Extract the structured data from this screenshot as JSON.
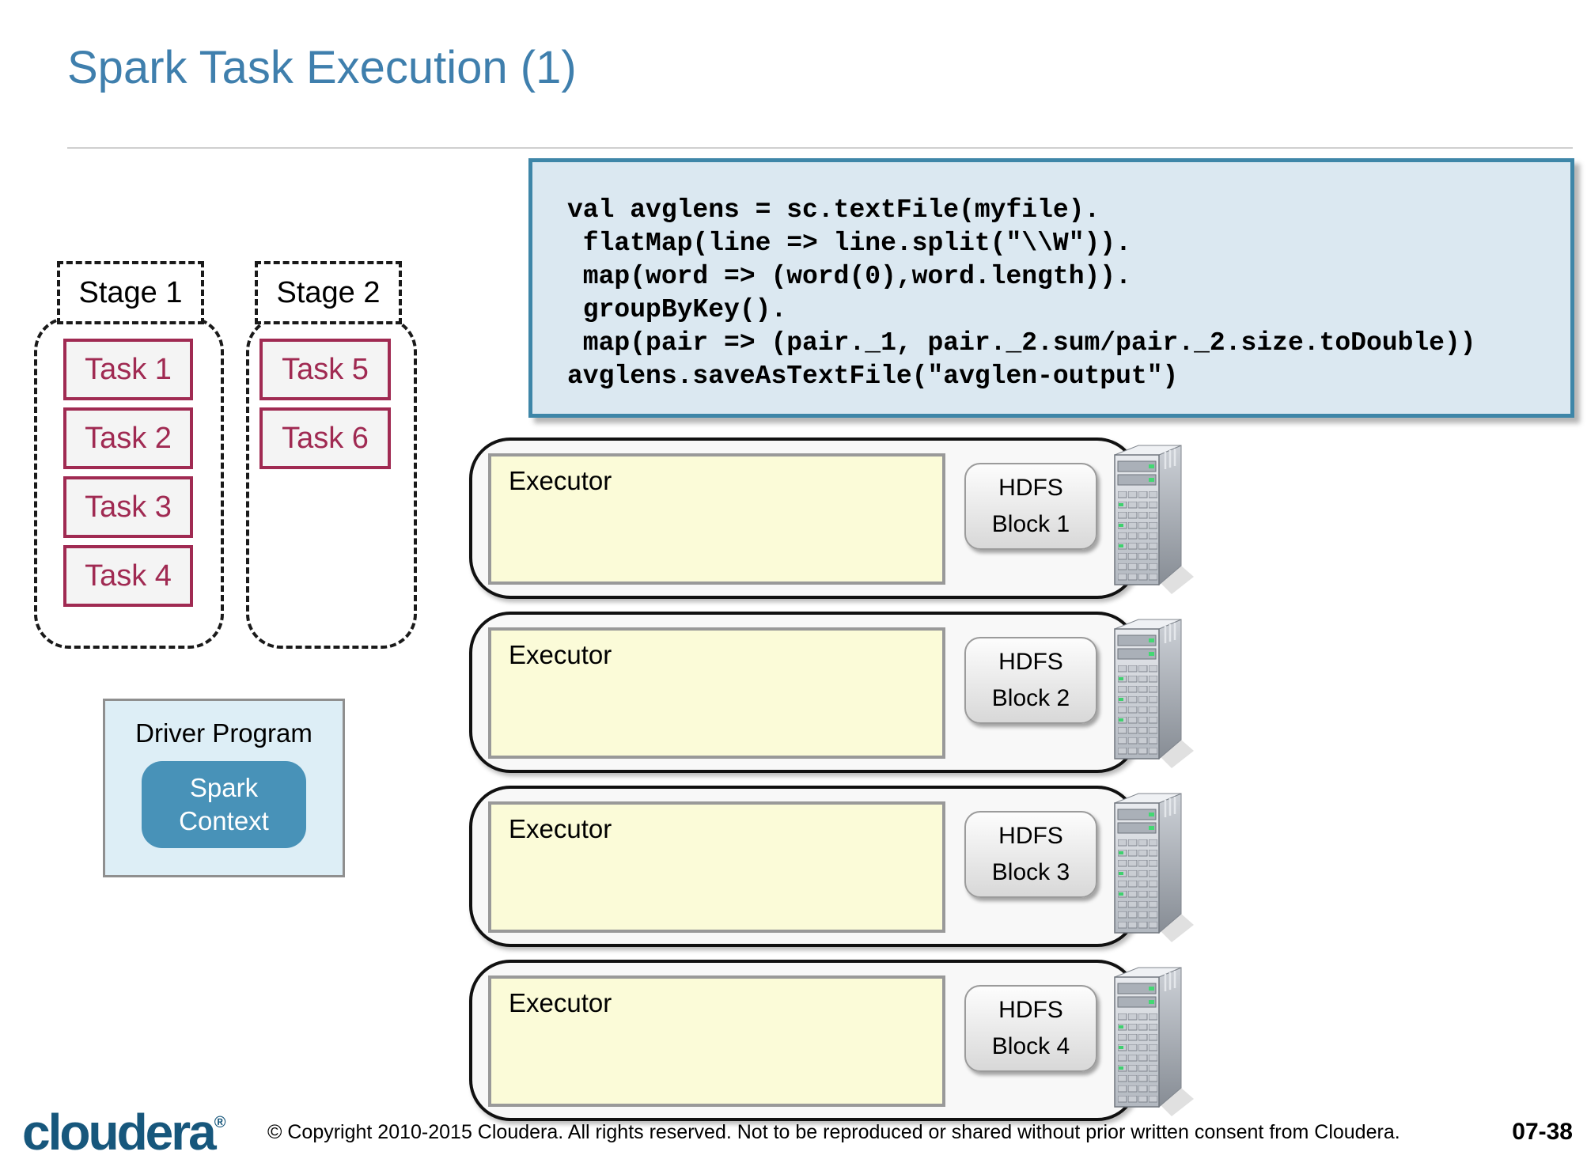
{
  "slide": {
    "title": "Spark Task Execution (1)",
    "page_number": "07-38"
  },
  "code_block": {
    "lines": [
      "val avglens = sc.textFile(myfile).",
      " flatMap(line => line.split(\"\\\\W\")).",
      " map(word => (word(0),word.length)).",
      " groupByKey().",
      " map(pair => (pair._1, pair._2.sum/pair._2.size.toDouble))",
      "avglens.saveAsTextFile(\"avglen-output\")"
    ]
  },
  "stages": [
    {
      "label": "Stage 1",
      "tasks": [
        "Task 1",
        "Task 2",
        "Task 3",
        "Task 4"
      ]
    },
    {
      "label": "Stage 2",
      "tasks": [
        "Task 5",
        "Task 6"
      ]
    }
  ],
  "driver_program": {
    "label": "Driver Program",
    "spark_context": "Spark Context"
  },
  "executors": [
    {
      "label": "Executor",
      "hdfs_block": [
        "HDFS",
        "Block 1"
      ]
    },
    {
      "label": "Executor",
      "hdfs_block": [
        "HDFS",
        "Block 2"
      ]
    },
    {
      "label": "Executor",
      "hdfs_block": [
        "HDFS",
        "Block 3"
      ]
    },
    {
      "label": "Executor",
      "hdfs_block": [
        "HDFS",
        "Block 4"
      ]
    }
  ],
  "footer": {
    "logo": "cloudera",
    "registered_mark": "®",
    "copyright": "© Copyright 2010-2015 Cloudera. All rights reserved. Not to be reproduced or shared without prior written consent from Cloudera."
  },
  "colors": {
    "title_blue": "#3f7fad",
    "code_box_border": "#3e86a8",
    "code_box_fill": "#dbe8f1",
    "task_red": "#a02a52",
    "driver_fill": "#ddeef6",
    "spark_context_blue": "#4892b8",
    "executor_yellow": "#fbfbd8",
    "logo_blue": "#17577c"
  }
}
